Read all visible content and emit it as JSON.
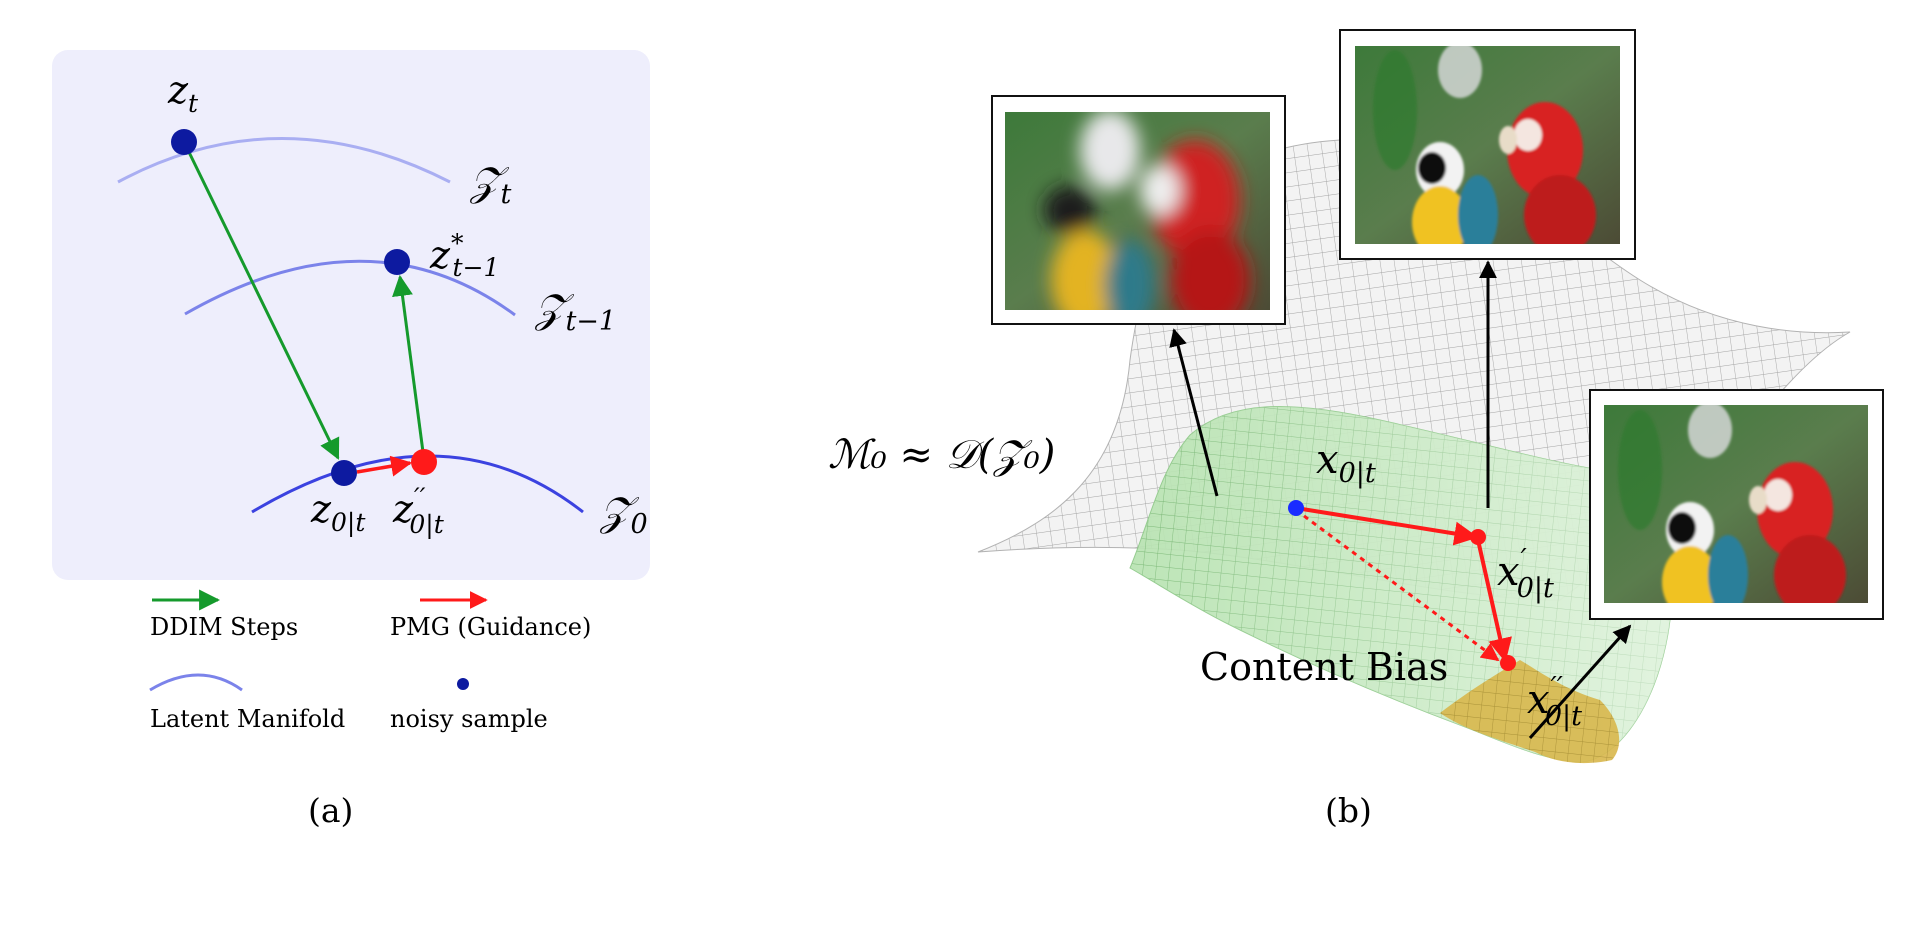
{
  "panel_a": {
    "caption": "(a)",
    "manifolds": {
      "zt": "𝒵",
      "zt_sub": "t",
      "zt1": "𝒵",
      "zt1_sub": "t−1",
      "z0": "𝒵",
      "z0_sub": "0"
    },
    "points": {
      "zt": "z",
      "zt_sub": "t",
      "zstar": "z",
      "zstar_sup": "*",
      "zstar_sub": "t−1",
      "z0t": "z",
      "z0t_sub": "0|t",
      "z0t2": "z",
      "z0t2_sup": "′′",
      "z0t2_sub": "0|t"
    },
    "legend": {
      "ddim": "DDIM Steps",
      "pmg": "PMG (Guidance)",
      "manifold": "Latent Manifold",
      "noisy": "noisy sample"
    },
    "colors": {
      "panel_bg": "#eeeefc",
      "manifold_light": "#a9aef2",
      "manifold_mid": "#7b83ea",
      "manifold_dark": "#3b42e0",
      "point": "#0d1aa0",
      "ddim_arrow": "#159a2c",
      "pmg_arrow": "#ff1a1a",
      "red_point": "#ff1a1a"
    }
  },
  "panel_b": {
    "caption": "(b)",
    "manifold_label": "ℳ₀ ≈ 𝒟(𝒵₀)",
    "content_bias": "Content Bias",
    "points": {
      "x0t": "x",
      "x0t_sub": "0|t",
      "x0t1": "x",
      "x0t1_sup": "′",
      "x0t1_sub": "0|t",
      "x0t2": "x",
      "x0t2_sup": "′′",
      "x0t2_sub": "0|t"
    },
    "images": [
      "blurry-parrots-image",
      "sharp-parrots-image",
      "sharp-parrots-image-2"
    ],
    "colors": {
      "gray_surface": "#d9d9d9",
      "green_surface": "#9fd79a",
      "bias_region": "#d6b44a",
      "red": "#ff1a1a",
      "blue_point": "#1a2cff"
    }
  }
}
